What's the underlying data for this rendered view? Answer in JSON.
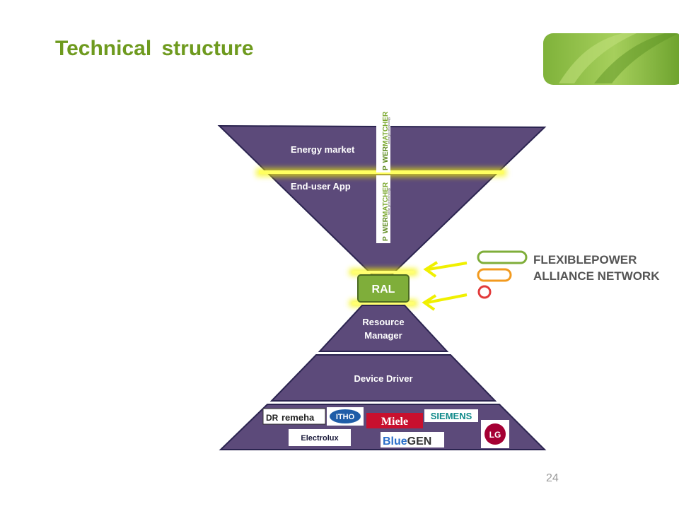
{
  "slide": {
    "title": "Technical structure",
    "page_number": "24",
    "accent_color": "#6e9a1e",
    "layer_color": "#5c4a7a"
  },
  "diagram": {
    "layers": {
      "energy_market": "Energy market",
      "end_user_app": "End-user App",
      "ral": "RAL",
      "resource_manager_line1": "Resource",
      "resource_manager_line2": "Manager",
      "device_driver": "Device Driver"
    },
    "powermatcher": {
      "logo_text_a": "P",
      "logo_text_b": "WER",
      "logo_text_c": "MATCHER",
      "tagline": "smart grid technology"
    },
    "fan": {
      "line1": "FLEXIBLEPOWER",
      "line2": "ALLIANCE NETWORK"
    },
    "brands": {
      "remeha": "remeha",
      "remeha_mark": "DR",
      "itho": "ITHO",
      "miele": "Miele",
      "siemens": "SIEMENS",
      "electrolux": "Electrolux",
      "bluegen_a": "Blue",
      "bluegen_b": "GEN",
      "lg": "LG"
    }
  }
}
